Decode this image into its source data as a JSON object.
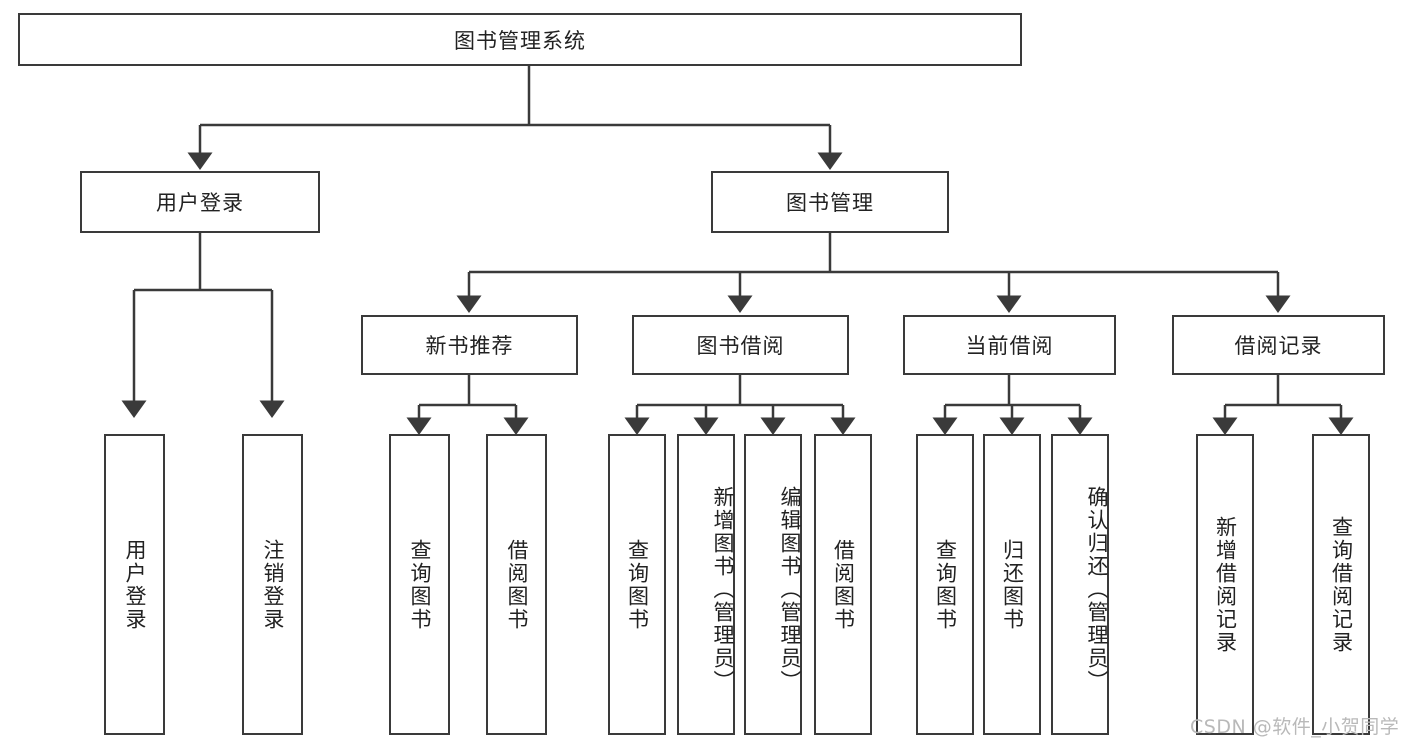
{
  "diagram": {
    "title": "图书管理系统",
    "type": "hierarchy-tree",
    "watermark": "CSDN @软件_小贺同学",
    "colors": {
      "stroke": "#3a3a3a",
      "fill": "#ffffff",
      "text": "#222222",
      "watermark": "#b9b9b9"
    },
    "levels": {
      "root": {
        "label": "图书管理系统"
      },
      "level2": [
        {
          "label": "用户登录"
        },
        {
          "label": "图书管理"
        }
      ],
      "level3": [
        {
          "label": "新书推荐"
        },
        {
          "label": "图书借阅"
        },
        {
          "label": "当前借阅"
        },
        {
          "label": "借阅记录"
        }
      ],
      "leaves": [
        {
          "label": "用户登录",
          "parent": "用户登录"
        },
        {
          "label": "注销登录",
          "parent": "用户登录"
        },
        {
          "label": "查询图书",
          "parent": "新书推荐"
        },
        {
          "label": "借阅图书",
          "parent": "新书推荐"
        },
        {
          "label": "查询图书",
          "parent": "图书借阅"
        },
        {
          "label": "新增图书（管理员）",
          "parent": "图书借阅"
        },
        {
          "label": "编辑图书（管理员）",
          "parent": "图书借阅"
        },
        {
          "label": "借阅图书",
          "parent": "图书借阅"
        },
        {
          "label": "查询图书",
          "parent": "当前借阅"
        },
        {
          "label": "归还图书",
          "parent": "当前借阅"
        },
        {
          "label": "确认归还（管理员）",
          "parent": "当前借阅"
        },
        {
          "label": "新增借阅记录",
          "parent": "借阅记录"
        },
        {
          "label": "查询借阅记录",
          "parent": "借阅记录"
        }
      ]
    }
  }
}
